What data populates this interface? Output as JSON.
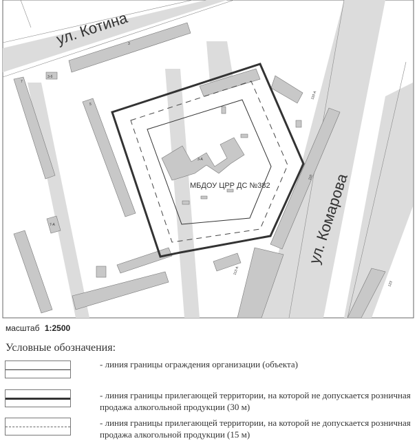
{
  "map": {
    "object_label": "МБДОУ ЦРР ДС №382",
    "streets": {
      "kotina": "ул. Котина",
      "komarova": "ул. Комарова"
    },
    "buildings": [
      "3",
      "3-б",
      "7",
      "5",
      "7-А",
      "3-А",
      "110-А",
      "110",
      "112-А",
      "123"
    ],
    "colors": {
      "building": "#c8c8c8",
      "road": "#dcdcdc",
      "boundary": "#333333"
    }
  },
  "scale": {
    "label": "масштаб",
    "value": "1:2500"
  },
  "legend": {
    "title": "Условные обозначения:",
    "items": [
      {
        "text": "- линия границы ограждения организации (объекта)"
      },
      {
        "text": "- линия границы прилегающей территории, на которой не допускается розничная продажа алкогольной продукции (30 м)"
      },
      {
        "text": "- линия границы прилегающей территории, на которой не допускается розничная продажа алкогольной продукции (15 м)"
      }
    ]
  }
}
